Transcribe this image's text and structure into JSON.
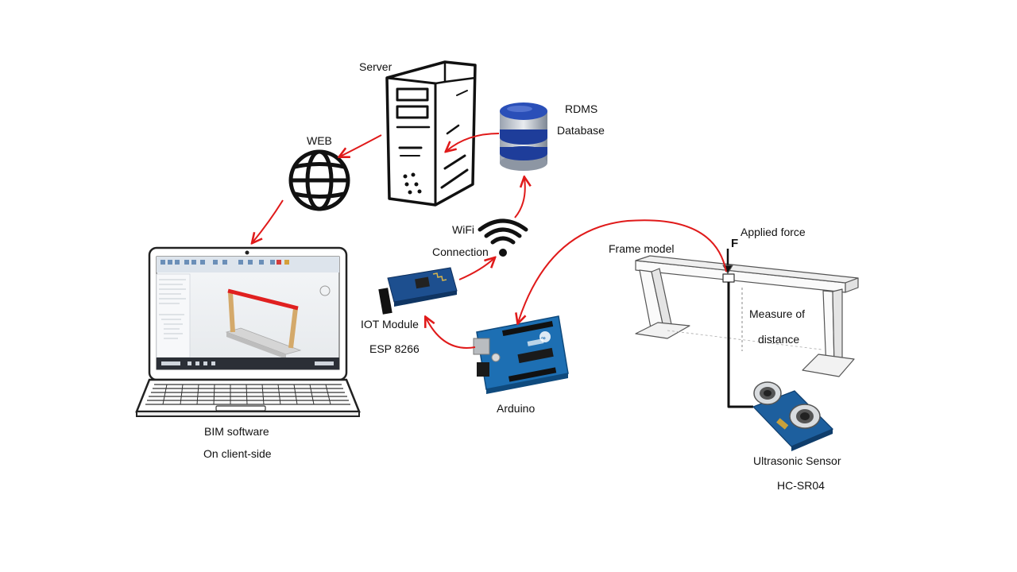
{
  "colors": {
    "arrow": "#e01a1a",
    "ink": "#111111",
    "db_blue": "#1e3d9a",
    "board_blue": "#1d6fb3"
  },
  "labels": {
    "server": "Server",
    "rdms": "RDMS",
    "database": "Database",
    "web": "WEB",
    "wifi": "WiFi",
    "connection": "Connection",
    "iot_module": "IOT Module",
    "esp": "ESP 8266",
    "arduino": "Arduino",
    "bim_software": "BIM software",
    "client_side": "On client-side",
    "frame_model": "Frame model",
    "applied_force": "Applied force",
    "force_symbol": "F",
    "measure_of": "Measure of",
    "distance": "distance",
    "ultrasonic": "Ultrasonic Sensor",
    "hcsr04": "HC-SR04"
  },
  "icons": [
    "server-tower-icon",
    "database-icon",
    "globe-icon",
    "wifi-icon",
    "laptop-icon",
    "esp8266-module-icon",
    "arduino-board-icon",
    "frame-model-icon",
    "ultrasonic-sensor-icon"
  ]
}
